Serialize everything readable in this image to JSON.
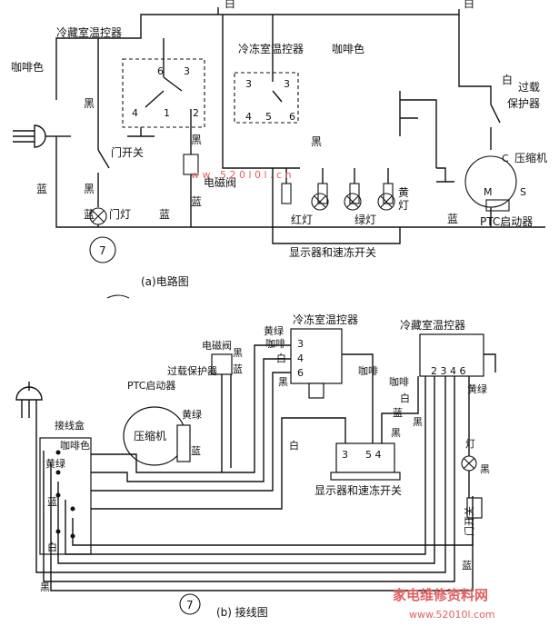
{
  "top": {
    "label_fridge_thermostat": "冷藏室温控器",
    "label_freezer_thermostat": "冷冻室温控器",
    "label_coffee_left": "咖啡色",
    "label_coffee_right": "咖啡色",
    "label_white_top": "白",
    "label_white_top2": "白",
    "label_black_1": "黑",
    "label_black_2": "黑",
    "label_black_3": "黑",
    "label_black_4": "黑",
    "label_blue_1": "蓝",
    "label_blue_2": "蓝",
    "label_blue_3": "蓝",
    "label_blue_4": "蓝",
    "label_blue_5": "蓝",
    "label_door_switch": "门开关",
    "label_door_lamp": "门灯",
    "label_solenoid": "电磁阀",
    "label_yellow_lamp_1": "黄",
    "label_yellow_lamp_2": "灯",
    "label_red_lamp": "红灯",
    "label_green_lamp": "绿灯",
    "label_overload_1": "过载",
    "label_overload_2": "保护器",
    "label_white_right": "白",
    "label_compressor": "压缩机",
    "label_ptc": "PTC启动器",
    "label_display_switch": "显示器和速冻开关",
    "caption_a": "(a)电路图",
    "figure_number": "7",
    "term_6": "6",
    "term_3": "3",
    "term_4": "4",
    "term_1": "1",
    "term_2": "2",
    "fz_3a": "3",
    "fz_3b": "3",
    "fz_4": "4",
    "fz_5": "5",
    "fz_6": "6",
    "comp_c": "C",
    "comp_m": "M",
    "comp_s": "S"
  },
  "bottom": {
    "label_freezer_thermostat": "冷冻室温控器",
    "label_fridge_thermostat": "冷藏室温控器",
    "label_solenoid": "电磁阀",
    "label_overload": "过载保护器",
    "label_ptc": "PTC启动器",
    "label_compressor": "压缩机",
    "label_junction": "接线盒",
    "label_coffee_jb": "咖啡色",
    "label_yg_jb": "黄绿",
    "label_blue_jb": "蓝",
    "label_white_jb": "白",
    "label_black_jb": "黑",
    "label_yg_top": "黄绿",
    "label_coffee_top": "咖啡",
    "label_white_mid": "白",
    "label_black_mid": "黑",
    "label_black_sol": "黑",
    "label_blue_sol": "蓝",
    "label_yg_comp": "黄绿",
    "label_blue_comp": "蓝",
    "label_white_comp": "白",
    "label_coffee_center": "咖啡",
    "label_blue_center": "蓝",
    "label_black_center": "黑",
    "label_coffee_right": "咖啡",
    "label_white_right": "白",
    "label_black_right": "黑",
    "label_yg_right": "黄绿",
    "label_lamp": "灯",
    "label_black_lamp": "黑",
    "label_door_switch": "门开关",
    "label_blue_bottom": "蓝",
    "label_display_switch": "显示器和速冻开关",
    "fz_terms": [
      "3",
      "4",
      "6"
    ],
    "fr_terms": "2 3 4   6",
    "disp_terms_1": "3",
    "disp_terms_2": "5 4",
    "caption_b": "(b)  接线图",
    "figure_number": "7"
  },
  "watermark": {
    "site_name": "家电维修资料网",
    "site_url": "www.52010l.com",
    "mid_url": "w w . 5 2 0 l 0 l . c n"
  }
}
